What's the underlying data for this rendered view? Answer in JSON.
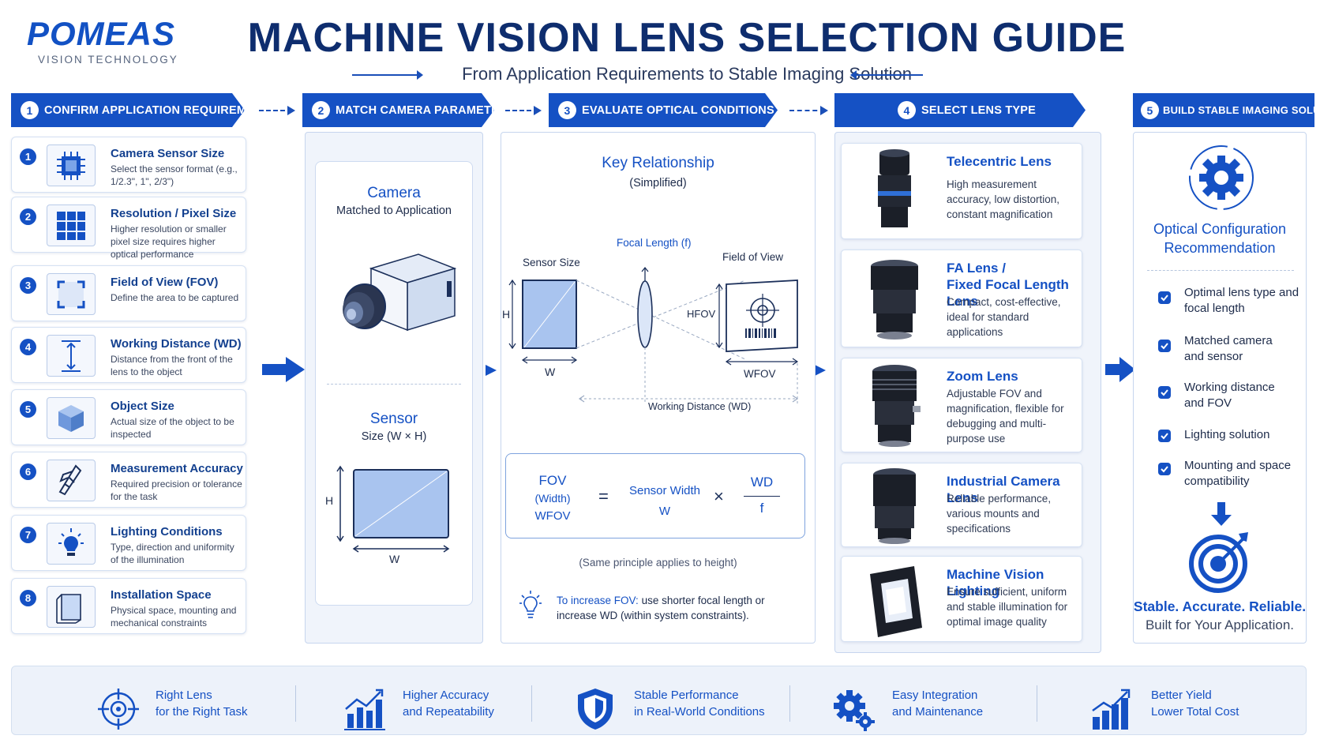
{
  "brand": {
    "name": "POMEAS",
    "tagline": "VISION TECHNOLOGY"
  },
  "header": {
    "title": "MACHINE VISION LENS SELECTION GUIDE",
    "subtitle": "From Application Requirements to Stable Imaging Solution"
  },
  "steps": [
    {
      "num": "1",
      "label": "CONFIRM APPLICATION REQUIREMENTS"
    },
    {
      "num": "2",
      "label": "MATCH CAMERA PARAMETERS"
    },
    {
      "num": "3",
      "label": "EVALUATE OPTICAL CONDITIONS"
    },
    {
      "num": "4",
      "label": "SELECT LENS TYPE"
    },
    {
      "num": "5",
      "label": "BUILD STABLE IMAGING SOLUTION"
    }
  ],
  "requirements": [
    {
      "num": "1",
      "title": "Camera Sensor Size",
      "desc": "Select the sensor format (e.g., 1/2.3\", 1\", 2/3\")",
      "icon": "sensor-chip-icon"
    },
    {
      "num": "2",
      "title": "Resolution / Pixel Size",
      "desc": "Higher resolution or smaller pixel size requires higher optical performance",
      "icon": "pixel-grid-icon"
    },
    {
      "num": "3",
      "title": "Field of View (FOV)",
      "desc": "Define the area to be captured",
      "icon": "frame-corners-icon"
    },
    {
      "num": "4",
      "title": "Working Distance (WD)",
      "desc": "Distance from the front of the lens to the object",
      "icon": "distance-arrow-icon"
    },
    {
      "num": "5",
      "title": "Object Size",
      "desc": "Actual size of the object to be inspected",
      "icon": "cube-icon"
    },
    {
      "num": "6",
      "title": "Measurement Accuracy",
      "desc": "Required precision or tolerance for the task",
      "icon": "caliper-icon"
    },
    {
      "num": "7",
      "title": "Lighting Conditions",
      "desc": "Type, direction and uniformity of the illumination",
      "icon": "light-bulb-icon"
    },
    {
      "num": "8",
      "title": "Installation Space",
      "desc": "Physical space, mounting and mechanical constraints",
      "icon": "box-space-icon"
    }
  ],
  "camera_panel": {
    "camera_title": "Camera",
    "camera_sub": "Matched to Application",
    "sensor_title": "Sensor",
    "sensor_sub": "Size (W × H)",
    "h_label": "H",
    "w_label": "W"
  },
  "optics": {
    "heading": "Key Relationship",
    "heading_sub": "(Simplified)",
    "sensor_size": "Sensor Size",
    "focal_length": "Focal Length (f)",
    "field_of_view": "Field of View",
    "h": "H",
    "w": "W",
    "hfov": "HFOV",
    "wfov": "WFOV",
    "working_distance": "Working Distance (WD)",
    "formula": {
      "lhs_line1": "FOV",
      "lhs_line2": "(Width)",
      "lhs_line3": "WFOV",
      "eq": "=",
      "sw_line1": "Sensor Width",
      "sw_line2": "W",
      "times": "×",
      "num": "WD",
      "den": "f"
    },
    "note": "(Same principle applies to height)",
    "tip_highlight": "To increase FOV:",
    "tip_text": "use shorter focal length or increase WD (within system constraints)."
  },
  "lens_types": [
    {
      "title": "Telecentric Lens",
      "desc": "High measurement accuracy, low distortion, constant magnification"
    },
    {
      "title": "FA Lens / Fixed Focal Length Lens",
      "title_line1": "FA Lens /",
      "title_line2": "Fixed Focal Length Lens",
      "desc": "Compact, cost-effective, ideal for standard applications"
    },
    {
      "title": "Zoom Lens",
      "desc": "Adjustable FOV and magnification, flexible for debugging and multi-purpose use"
    },
    {
      "title": "Industrial Camera Lens",
      "desc": "Reliable performance, various mounts and specifications"
    },
    {
      "title": "Machine Vision Lighting",
      "desc": "Ensure sufficient, uniform and stable illumination for optimal image quality"
    }
  ],
  "solution": {
    "title_line1": "Optical Configuration",
    "title_line2": "Recommendation",
    "checklist": [
      "Optimal lens type and focal length",
      "Matched camera and sensor",
      "Working distance and FOV",
      "Lighting solution",
      "Mounting and space compatibility"
    ],
    "tagline": "Stable. Accurate. Reliable.",
    "tagline_sub": "Built for Your Application."
  },
  "benefits": [
    {
      "line1": "Right Lens",
      "line2": "for the Right Task",
      "icon": "crosshair-icon"
    },
    {
      "line1": "Higher Accuracy",
      "line2": "and Repeatability",
      "icon": "growth-chart-icon"
    },
    {
      "line1": "Stable Performance",
      "line2": "in Real-World Conditions",
      "icon": "shield-icon"
    },
    {
      "line1": "Easy Integration",
      "line2": "and Maintenance",
      "icon": "gears-icon"
    },
    {
      "line1": "Better Yield",
      "line2": "Lower Total Cost",
      "icon": "bar-growth-icon"
    }
  ],
  "colors": {
    "primary": "#1551c4",
    "navy": "#0e2d6e",
    "panel": "#f0f4fb"
  }
}
